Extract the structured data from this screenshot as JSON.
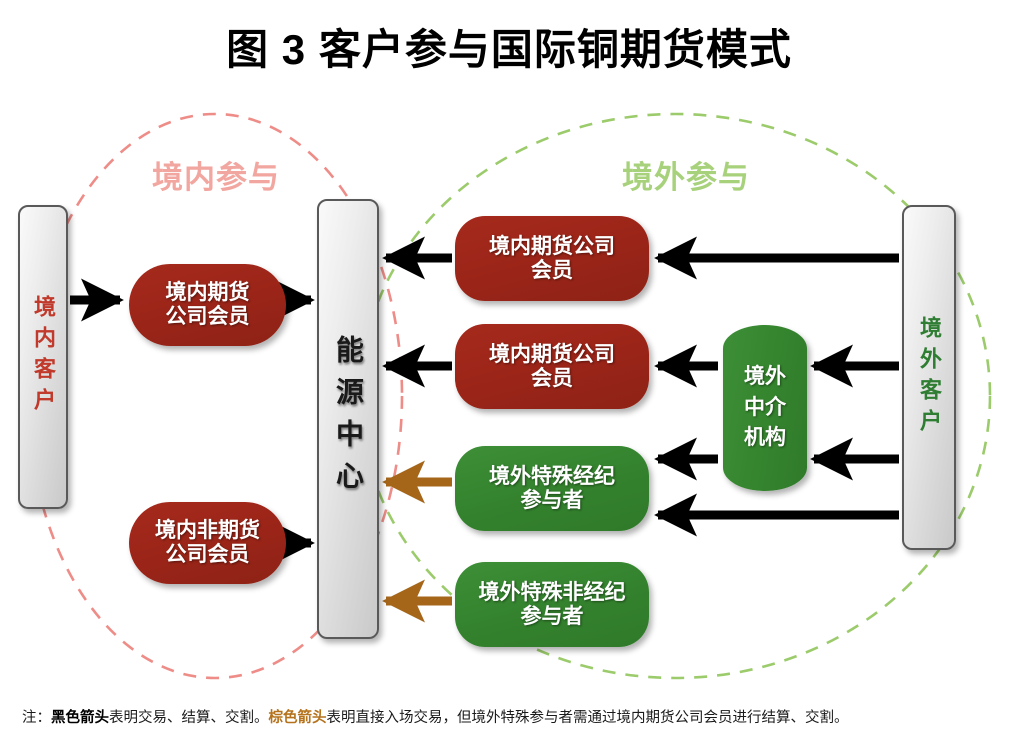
{
  "title": "图 3  客户参与国际铜期货模式",
  "regions": {
    "domestic": {
      "label": "境内参与",
      "color": "#F2A6A0"
    },
    "overseas": {
      "label": "境外参与",
      "color": "#A8D17C"
    }
  },
  "nodes": {
    "domestic_client": {
      "label": "境内客户",
      "text_color": "#C0392B",
      "shape": "gray-pillar"
    },
    "exchange": {
      "label": "能源中心",
      "text_color": "#1a1a1a",
      "shape": "gray-pillar"
    },
    "overseas_client": {
      "label": "境外客户",
      "text_color": "#2E7D32",
      "shape": "gray-pillar"
    },
    "domestic_futures_member_left": {
      "line1": "境内期货",
      "line2": "公司会员",
      "color": "#9A2418"
    },
    "domestic_nonfutures_member_left": {
      "line1": "境内非期货",
      "line2": "公司会员",
      "color": "#9A2418"
    },
    "domestic_futures_member_1": {
      "line1": "境内期货公司",
      "line2": "会员",
      "color": "#9A2418"
    },
    "domestic_futures_member_2": {
      "line1": "境内期货公司",
      "line2": "会员",
      "color": "#9A2418"
    },
    "overseas_special_broker": {
      "line1": "境外特殊经纪",
      "line2": "参与者",
      "color": "#33812D"
    },
    "overseas_special_nonbroker": {
      "line1": "境外特殊非经纪",
      "line2": "参与者",
      "color": "#33812D"
    },
    "overseas_agency": {
      "line1": "境外",
      "line2": "中介",
      "line3": "机构",
      "color": "#36862F"
    }
  },
  "arrow_colors": {
    "black": "#000000",
    "brown": "#A5661A"
  },
  "note": {
    "prefix": "注：",
    "black_arrow_term": "黑色箭头",
    "middle": "表明交易、结算、交割。",
    "brown_arrow_term": "棕色箭头",
    "suffix": "表明直接入场交易，但境外特殊参与者需通过境内期货公司会员进行结算、交割。"
  }
}
